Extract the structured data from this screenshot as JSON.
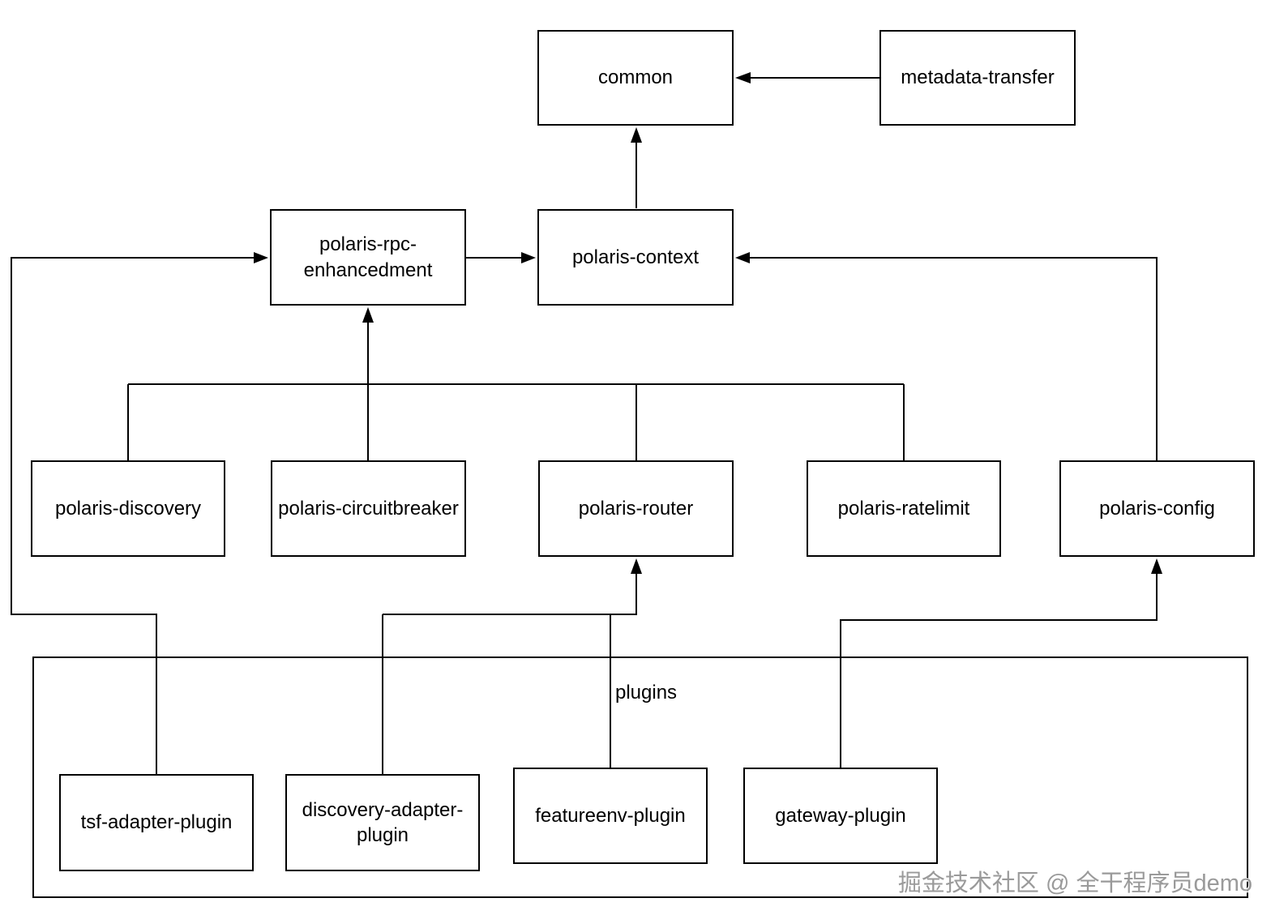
{
  "diagram": {
    "nodes": {
      "common": {
        "label": "common"
      },
      "metadata_transfer": {
        "label": "metadata-transfer"
      },
      "polaris_rpc_enhancedment": {
        "label": "polaris-rpc-enhancedment"
      },
      "polaris_context": {
        "label": "polaris-context"
      },
      "polaris_discovery": {
        "label": "polaris-discovery"
      },
      "polaris_circuitbreaker": {
        "label": "polaris-circuitbreaker"
      },
      "polaris_router": {
        "label": "polaris-router"
      },
      "polaris_ratelimit": {
        "label": "polaris-ratelimit"
      },
      "polaris_config": {
        "label": "polaris-config"
      },
      "plugins_group": {
        "label": "plugins"
      },
      "tsf_adapter_plugin": {
        "label": "tsf-adapter-plugin"
      },
      "discovery_adapter_plugin": {
        "label": "discovery-adapter-plugin"
      },
      "featureenv_plugin": {
        "label": "featureenv-plugin"
      },
      "gateway_plugin": {
        "label": "gateway-plugin"
      }
    },
    "edges": [
      {
        "from": "metadata-transfer",
        "to": "common"
      },
      {
        "from": "polaris-context",
        "to": "common"
      },
      {
        "from": "polaris-rpc-enhancedment",
        "to": "polaris-context"
      },
      {
        "from": "tsf-adapter-plugin",
        "to": "polaris-rpc-enhancedment"
      },
      {
        "from": "polaris-discovery",
        "to": "polaris-rpc-enhancedment"
      },
      {
        "from": "polaris-circuitbreaker",
        "to": "polaris-rpc-enhancedment"
      },
      {
        "from": "polaris-router",
        "to": "polaris-rpc-enhancedment"
      },
      {
        "from": "polaris-ratelimit",
        "to": "polaris-rpc-enhancedment"
      },
      {
        "from": "polaris-config",
        "to": "polaris-context"
      },
      {
        "from": "discovery-adapter-plugin",
        "to": "polaris-router"
      },
      {
        "from": "featureenv-plugin",
        "to": "polaris-router"
      },
      {
        "from": "gateway-plugin",
        "to": "polaris-config"
      }
    ],
    "watermark": "掘金技术社区 @ 全干程序员demo",
    "colors": {
      "line": "#000000",
      "box_border": "#000000",
      "box_fill": "#ffffff",
      "watermark_text": "#9a9a9a"
    }
  }
}
